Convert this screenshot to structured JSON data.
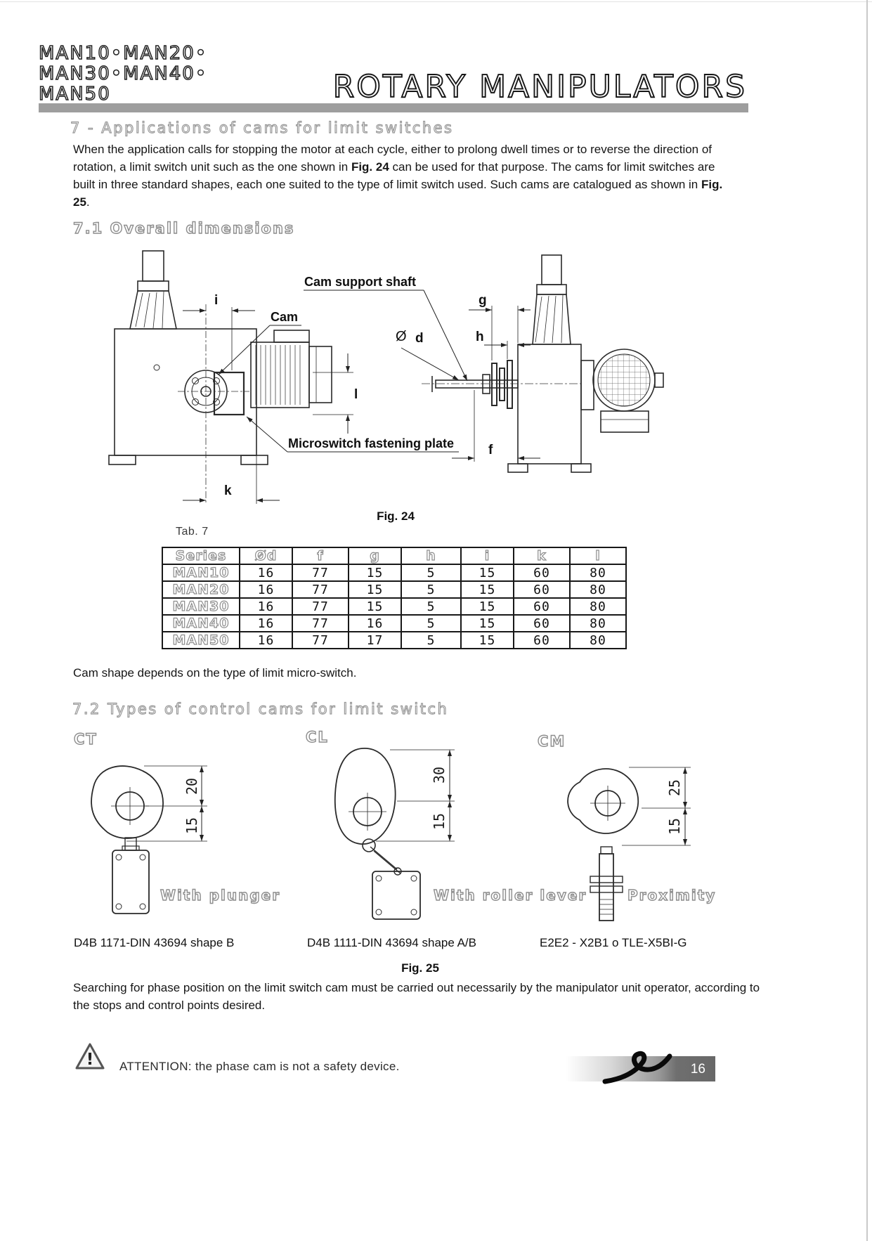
{
  "header": {
    "models": [
      "MAN10•MAN20•",
      "MAN30•MAN40•",
      "MAN50"
    ],
    "title": "ROTARY MANIPULATORS"
  },
  "sec7": {
    "heading": "7 - Applications of cams for limit switches",
    "p1_pre": "When the application calls for stopping the motor at each cycle, either to prolong dwell times or to reverse the direction of rotation, a limit switch unit such as the one shown in ",
    "p1_fig": "Fig. 24",
    "p1_post": " can be used for that purpose.",
    "p2": "The cams for limit switches are built in three standard shapes, each one suited to the type of limit switch used.",
    "p3_pre": "Such cams are catalogued as shown in ",
    "p3_fig": "Fig. 25",
    "p3_post": "."
  },
  "sec71": {
    "heading": "7.1 Overall dimensions",
    "fig24": {
      "caption": "Fig. 24",
      "label_cam_support_shaft": "Cam support shaft",
      "label_cam": "Cam",
      "label_plate": "Microswitch fastening plate",
      "dia": "Ø",
      "dim_d": "d",
      "dim_i": "i",
      "dim_l": "l",
      "dim_k": "k",
      "dim_g": "g",
      "dim_h": "h",
      "dim_f": "f"
    },
    "tab_label": "Tab. 7",
    "table": {
      "headers": [
        "Series",
        "Ød",
        "f",
        "g",
        "h",
        "i",
        "k",
        "l"
      ],
      "rows": [
        {
          "series": "MAN10",
          "v": [
            "16",
            "77",
            "15",
            "5",
            "15",
            "60",
            "80"
          ]
        },
        {
          "series": "MAN20",
          "v": [
            "16",
            "77",
            "15",
            "5",
            "15",
            "60",
            "80"
          ]
        },
        {
          "series": "MAN30",
          "v": [
            "16",
            "77",
            "15",
            "5",
            "15",
            "60",
            "80"
          ]
        },
        {
          "series": "MAN40",
          "v": [
            "16",
            "77",
            "16",
            "5",
            "15",
            "60",
            "80"
          ]
        },
        {
          "series": "MAN50",
          "v": [
            "16",
            "77",
            "17",
            "5",
            "15",
            "60",
            "80"
          ]
        }
      ]
    },
    "note": "Cam shape depends on the type of limit micro-switch."
  },
  "sec72": {
    "heading": "7.2 Types of control cams for limit switch",
    "cams": [
      {
        "code": "CT",
        "dim_a": "20",
        "dim_b": "15",
        "label": "With plunger",
        "part": "D4B 1171-DIN 43694 shape B"
      },
      {
        "code": "CL",
        "dim_a": "30",
        "dim_b": "15",
        "label": "With roller lever",
        "part": "D4B 1111-DIN 43694 shape A/B"
      },
      {
        "code": "CM",
        "dim_a": "25",
        "dim_b": "15",
        "label": "Proximity",
        "part": "E2E2 - X2B1 o  TLE-X5BI-G"
      }
    ],
    "caption": "Fig. 25",
    "note": "Searching for phase position on the limit switch cam must be carried out necessarily by the manipulator unit operator, according to the stops and control points desired."
  },
  "footer": {
    "attention": "ATTENTION: the phase cam is not a safety device.",
    "page_number": "16"
  }
}
